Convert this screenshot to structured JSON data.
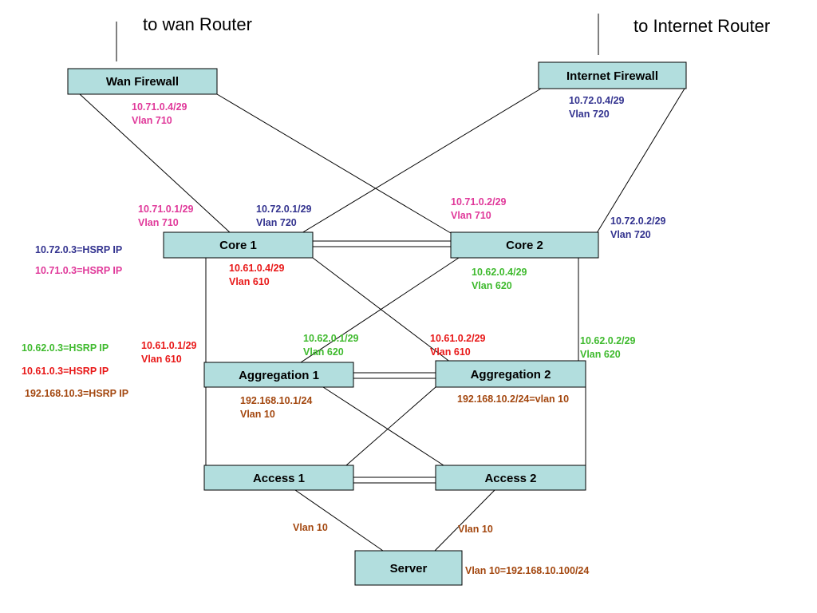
{
  "colors": {
    "node_fill": "#b2dede",
    "pink": "#e0399a",
    "navy": "#33338f",
    "green": "#3fba2e",
    "red": "#e81818",
    "brown": "#a3470f"
  },
  "headings": {
    "wan_router": "to wan Router",
    "internet_router": "to Internet Router"
  },
  "nodes": {
    "wan_firewall": "Wan Firewall",
    "internet_firewall": "Internet Firewall",
    "core1": "Core 1",
    "core2": "Core 2",
    "agg1": "Aggregation 1",
    "agg2": "Aggregation 2",
    "access1": "Access 1",
    "access2": "Access 2",
    "server": "Server"
  },
  "labels": {
    "wanfw_net": "10.71.0.4/29",
    "wanfw_vlan": "Vlan 710",
    "inetfw_net": "10.72.0.4/29",
    "inetfw_vlan": "Vlan 720",
    "core1_710_net": "10.71.0.1/29",
    "core1_710_vlan": "Vlan 710",
    "core1_720_net": "10.72.0.1/29",
    "core1_720_vlan": "Vlan 720",
    "core2_710_net": "10.71.0.2/29",
    "core2_710_vlan": "Vlan 710",
    "core2_720_net": "10.72.0.2/29",
    "core2_720_vlan": "Vlan 720",
    "hsrp_720": "10.72.0.3=HSRP IP",
    "hsrp_710": "10.71.0.3=HSRP IP",
    "core1_610_net": "10.61.0.4/29",
    "core1_610_vlan": "Vlan 610",
    "core2_620_net": "10.62.0.4/29",
    "core2_620_vlan": "Vlan 620",
    "hsrp_620": "10.62.0.3=HSRP IP",
    "hsrp_610": "10.61.0.3=HSRP IP",
    "hsrp_10": "192.168.10.3=HSRP IP",
    "agg1_610_net": "10.61.0.1/29",
    "agg1_610_vlan": "Vlan 610",
    "agg1_620_net": "10.62.0.1/29",
    "agg1_620_vlan": "Vlan 620",
    "agg2_610_net": "10.61.0.2/29",
    "agg2_610_vlan": "Vlan 610",
    "agg2_620_net": "10.62.0.2/29",
    "agg2_620_vlan": "Vlan 620",
    "agg1_10_net": "192.168.10.1/24",
    "agg1_10_vlan": "Vlan 10",
    "agg2_10": "192.168.10.2/24=vlan 10",
    "acc1_vlan": "Vlan 10",
    "acc2_vlan": "Vlan 10",
    "server_ip": "Vlan 10=192.168.10.100/24"
  }
}
